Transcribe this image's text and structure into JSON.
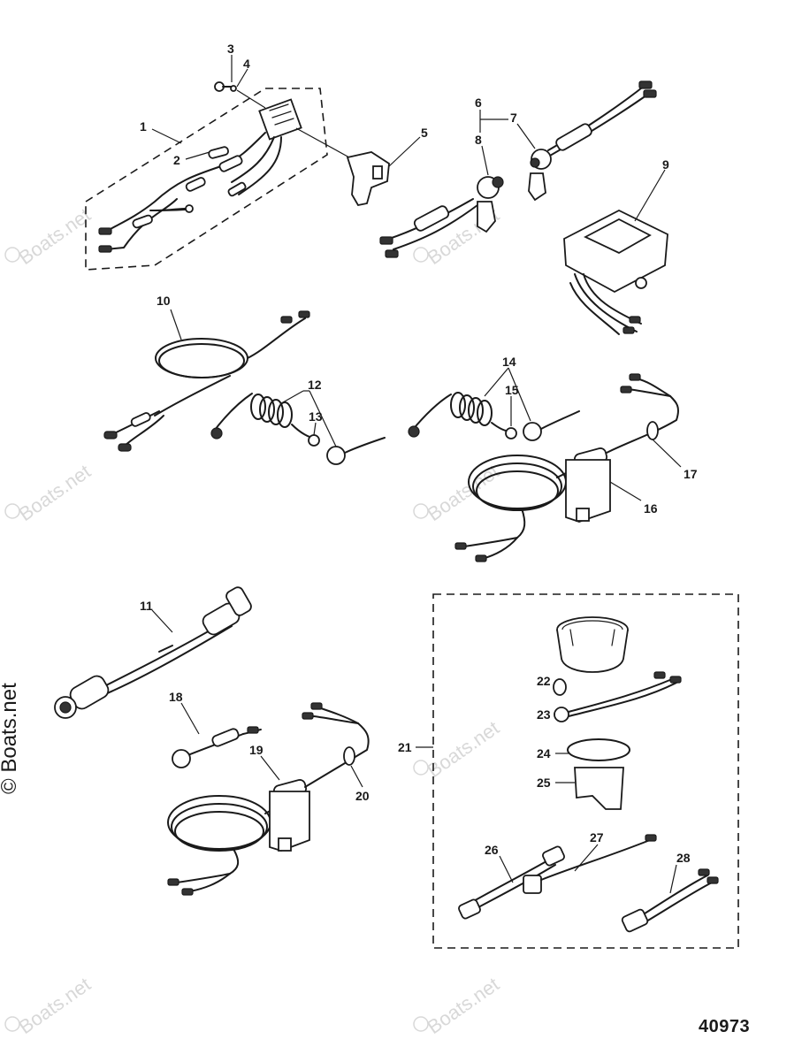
{
  "figure_number": "40973",
  "watermark_text": "Boats.net",
  "side_watermark_text": "© Boats.net",
  "callouts": [
    "1",
    "2",
    "3",
    "4",
    "5",
    "6",
    "7",
    "8",
    "9",
    "10",
    "11",
    "12",
    "13",
    "14",
    "15",
    "16",
    "17",
    "18",
    "19",
    "20",
    "21",
    "22",
    "23",
    "24",
    "25",
    "26",
    "27",
    "28"
  ]
}
